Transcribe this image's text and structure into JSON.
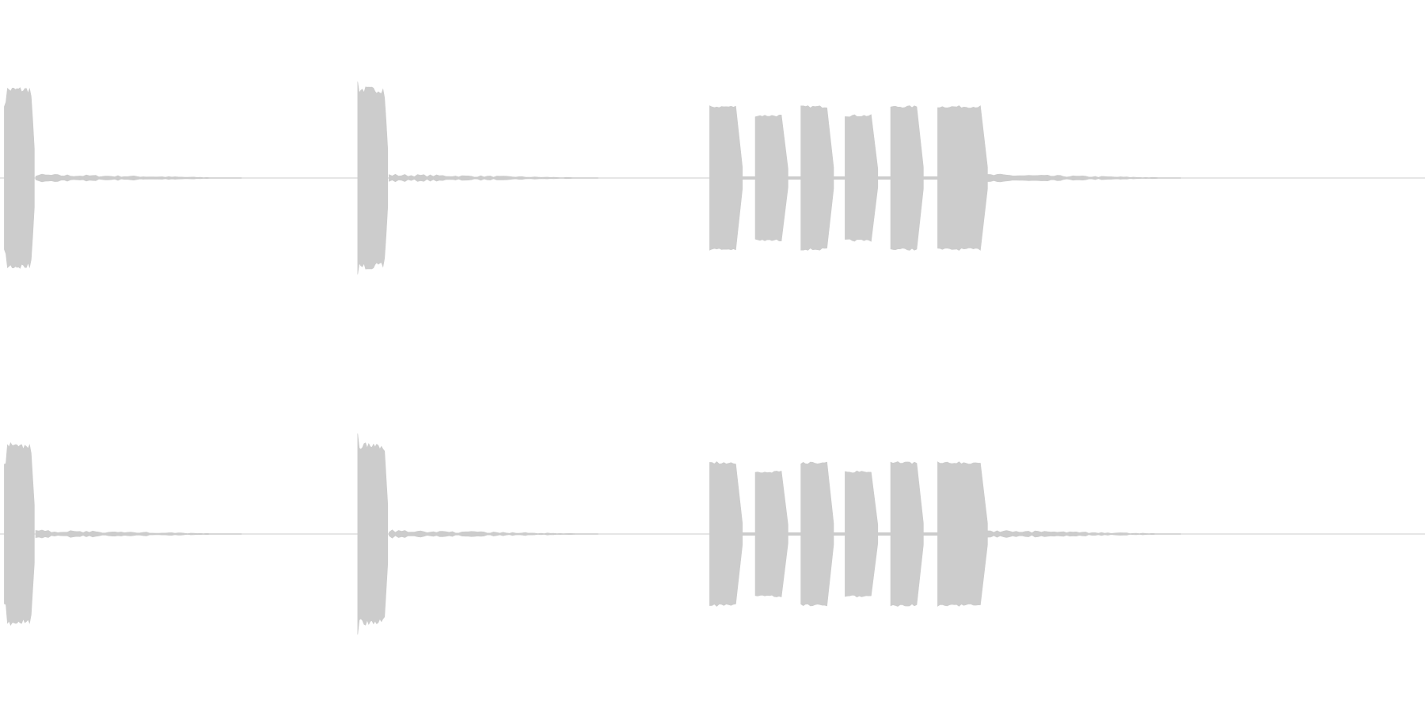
{
  "colors": {
    "background": "#ffffff",
    "waveform": "#cccccc",
    "baseline": "#cccccc"
  },
  "waveform": {
    "channel_count": 2,
    "duration_fraction_segments": [
      {
        "kind": "burst",
        "start": 0.003,
        "end": 0.025,
        "amplitude": 0.5,
        "peak": 0.56
      },
      {
        "kind": "tail",
        "start": 0.025,
        "end": 0.17,
        "amplitude": 0.02
      },
      {
        "kind": "burst",
        "start": 0.251,
        "end": 0.273,
        "amplitude": 0.5,
        "peak": 0.56
      },
      {
        "kind": "tail",
        "start": 0.273,
        "end": 0.42,
        "amplitude": 0.02
      },
      {
        "kind": "tone",
        "start": 0.498,
        "end": 0.521,
        "amplitude": 0.4
      },
      {
        "kind": "tone",
        "start": 0.53,
        "end": 0.553,
        "amplitude": 0.35
      },
      {
        "kind": "tone",
        "start": 0.562,
        "end": 0.585,
        "amplitude": 0.4
      },
      {
        "kind": "tone",
        "start": 0.593,
        "end": 0.616,
        "amplitude": 0.35
      },
      {
        "kind": "tone",
        "start": 0.625,
        "end": 0.648,
        "amplitude": 0.4
      },
      {
        "kind": "tone",
        "start": 0.658,
        "end": 0.693,
        "amplitude": 0.4
      },
      {
        "kind": "tail",
        "start": 0.693,
        "end": 0.83,
        "amplitude": 0.02
      }
    ]
  }
}
